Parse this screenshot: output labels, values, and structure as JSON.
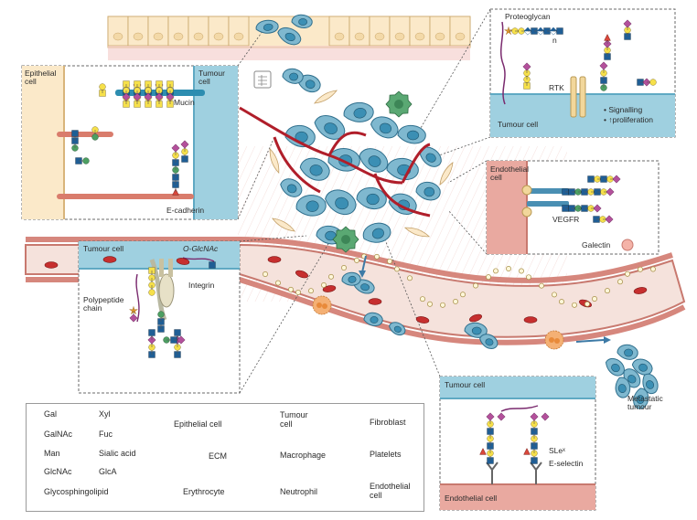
{
  "colors": {
    "tumour_cell": "#7fb8cf",
    "tumour_nucleus": "#3b8fb4",
    "epithelial": "#fbe9c9",
    "epithelial_border": "#d8b47a",
    "vessel_wall": "#d6877d",
    "vessel_lumen": "#f5e2dc",
    "erythrocyte": "#c62f2f",
    "macrophage": "#5aa873",
    "neutrophil": "#f4b074",
    "gal": "#f6e04a",
    "galnac": "#f6e04a",
    "man": "#4d9f62",
    "glcnac": "#1f5e95",
    "xyl": "#e49a2b",
    "fuc": "#d9473b",
    "sialic": "#b3509b",
    "glca": "#1f5e95",
    "membrane_blue": "#9fd0e0"
  },
  "panels": {
    "top_left": {
      "epithelial_cell": "Epithelial\ncell",
      "tumour_cell": "Tumour\ncell",
      "mucin": "Mucin",
      "e_cadherin": "E-cadherin"
    },
    "top_right": {
      "proteoglycan": "Proteoglycan",
      "n": "n",
      "rtk": "RTK",
      "tumour_cell": "Tumour cell",
      "signalling": "• Signalling",
      "proliferation": "• ↑proliferation"
    },
    "mid_right": {
      "endothelial_cell": "Endothelial\ncell",
      "vegfr": "VEGFR",
      "galectin": "Galectin"
    },
    "mid_left": {
      "tumour_cell": "Tumour cell",
      "o_glcnac": "O-GlcNAc",
      "integrin": "Integrin",
      "polypeptide": "Polypeptide\nchain"
    },
    "bottom_right": {
      "tumour_cell": "Tumour cell",
      "endothelial_cell": "Endothelial cell",
      "sle": "SLeˣ",
      "e_selectin": "E-selectin"
    }
  },
  "metastatic": "Metastatic\ntumour",
  "legend": {
    "gal": "Gal",
    "xyl": "Xyl",
    "galnac": "GalNAc",
    "fuc": "Fuc",
    "man": "Man",
    "sialic": "Sialic acid",
    "glcnac": "GlcNAc",
    "glca": "GlcA",
    "gsl": "Glycosphingolipid",
    "epithelial": "Epithelial cell",
    "ecm": "ECM",
    "erythrocyte": "Erythrocyte",
    "tumour": "Tumour\ncell",
    "macrophage": "Macrophage",
    "neutrophil": "Neutrophil",
    "fibroblast": "Fibroblast",
    "platelets": "Platelets",
    "endothelial": "Endothelial\ncell"
  }
}
